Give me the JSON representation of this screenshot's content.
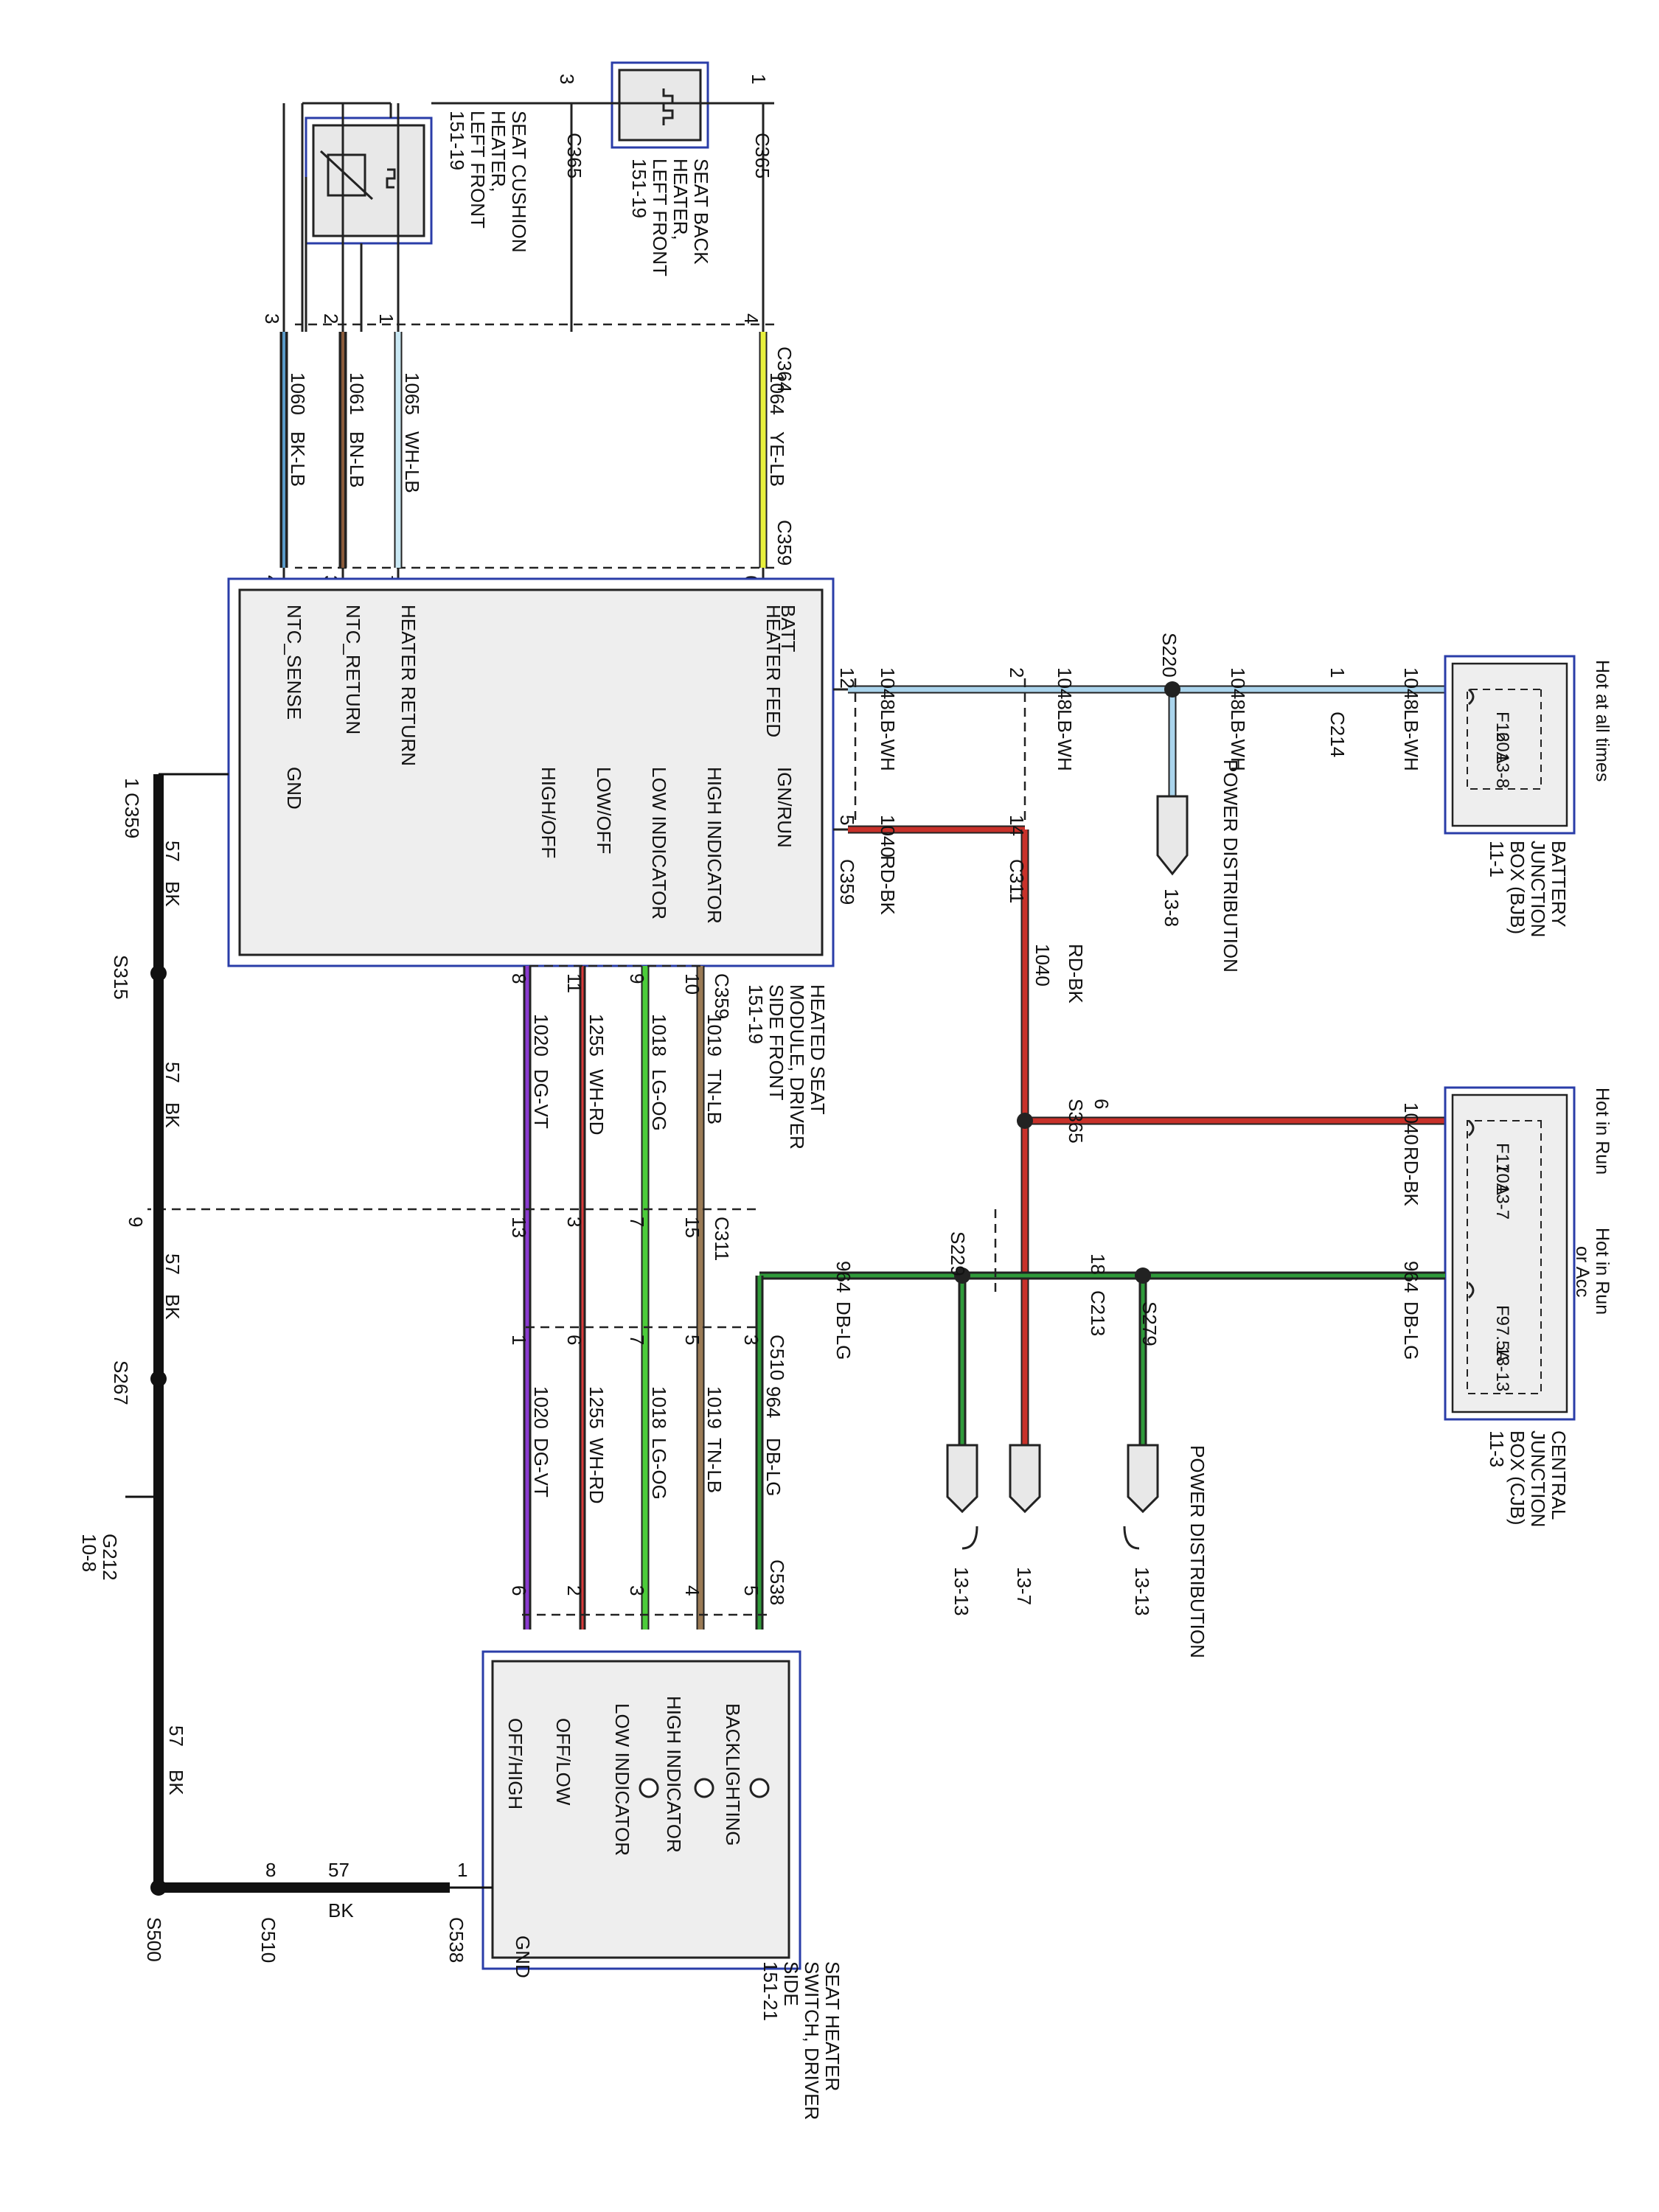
{
  "components": {
    "bjb": {
      "header": "Hot at all times",
      "fuse_id": "F16",
      "fuse_amp": "20A",
      "fuse_ref": "13-8",
      "name_lines": [
        "BATTERY",
        "JUNCTION",
        "BOX (BJB)",
        "11-1"
      ]
    },
    "cjb": {
      "header_run": "Hot in Run",
      "header_acc_lines": [
        "Hot in Run",
        "or Acc"
      ],
      "fuse_f17_id": "F17",
      "fuse_f17_amp": "10A",
      "fuse_f17_ref": "13-7",
      "fuse_f9_id": "F9",
      "fuse_f9_amp": "7.5A",
      "fuse_f9_ref": "13-13",
      "name_lines": [
        "CENTRAL",
        "JUNCTION",
        "BOX (CJB)",
        "11-3"
      ]
    },
    "module": {
      "name_lines": [
        "HEATED SEAT",
        "MODULE, DRIVER",
        "SIDE FRONT",
        "151-19"
      ],
      "pins": [
        "NTC_SENSE",
        "NTC_RETURN",
        "HEATER RETURN",
        "HEATER FEED",
        "BATT",
        "IGN/RUN",
        "GND",
        "HIGH/OFF",
        "LOW/OFF",
        "LOW INDICATOR",
        "HIGH INDICATOR"
      ]
    },
    "switch": {
      "name_lines": [
        "SEAT HEATER",
        "SWITCH, DRIVER",
        "SIDE",
        "151-21"
      ],
      "pins": [
        "GND",
        "OFF/HIGH",
        "OFF/LOW",
        "LOW INDICATOR",
        "HIGH INDICATOR",
        "BACKLIGHTING"
      ]
    },
    "cushion_heater": {
      "name_lines": [
        "SEAT CUSHION",
        "HEATER,",
        "LEFT FRONT",
        "151-19"
      ]
    },
    "back_heater": {
      "name_lines": [
        "SEAT BACK",
        "HEATER,",
        "LEFT FRONT",
        "151-19"
      ]
    },
    "power_distribution": {
      "label": "POWER DISTRIBUTION",
      "ref_13_8": "13-8",
      "ref_13_13": "13-13",
      "ref_13_7": "13-7"
    },
    "ground": {
      "name": "G212",
      "ref": "10-8"
    }
  },
  "connectors": [
    "C365",
    "C364",
    "C359",
    "C311",
    "C214",
    "C213",
    "C510",
    "C538"
  ],
  "splices": [
    "S220",
    "S365",
    "S229",
    "S279",
    "S315",
    "S267",
    "S500"
  ],
  "wires": {
    "w1060": {
      "circuit": "1060",
      "color": "BK-LB"
    },
    "w1061": {
      "circuit": "1061",
      "color": "BN-LB"
    },
    "w1065": {
      "circuit": "1065",
      "color": "WH-LB"
    },
    "w1064": {
      "circuit": "1064",
      "color": "YE-LB"
    },
    "w1048": {
      "circuit": "1048",
      "color": "LB-WH"
    },
    "w1040": {
      "circuit": "1040",
      "color": "RD-BK"
    },
    "w964": {
      "circuit": "964",
      "color": "DB-LG"
    },
    "w1020": {
      "circuit": "1020",
      "color": "DG-VT"
    },
    "w1255": {
      "circuit": "1255",
      "color": "WH-RD"
    },
    "w1018": {
      "circuit": "1018",
      "color": "LG-OG"
    },
    "w1019": {
      "circuit": "1019",
      "color": "TN-LB"
    },
    "w57": {
      "circuit": "57",
      "color": "BK"
    }
  },
  "pin_numbers": [
    "1",
    "2",
    "3",
    "4",
    "5",
    "6",
    "7",
    "8",
    "9",
    "10",
    "11",
    "12",
    "13",
    "14",
    "15",
    "18"
  ]
}
